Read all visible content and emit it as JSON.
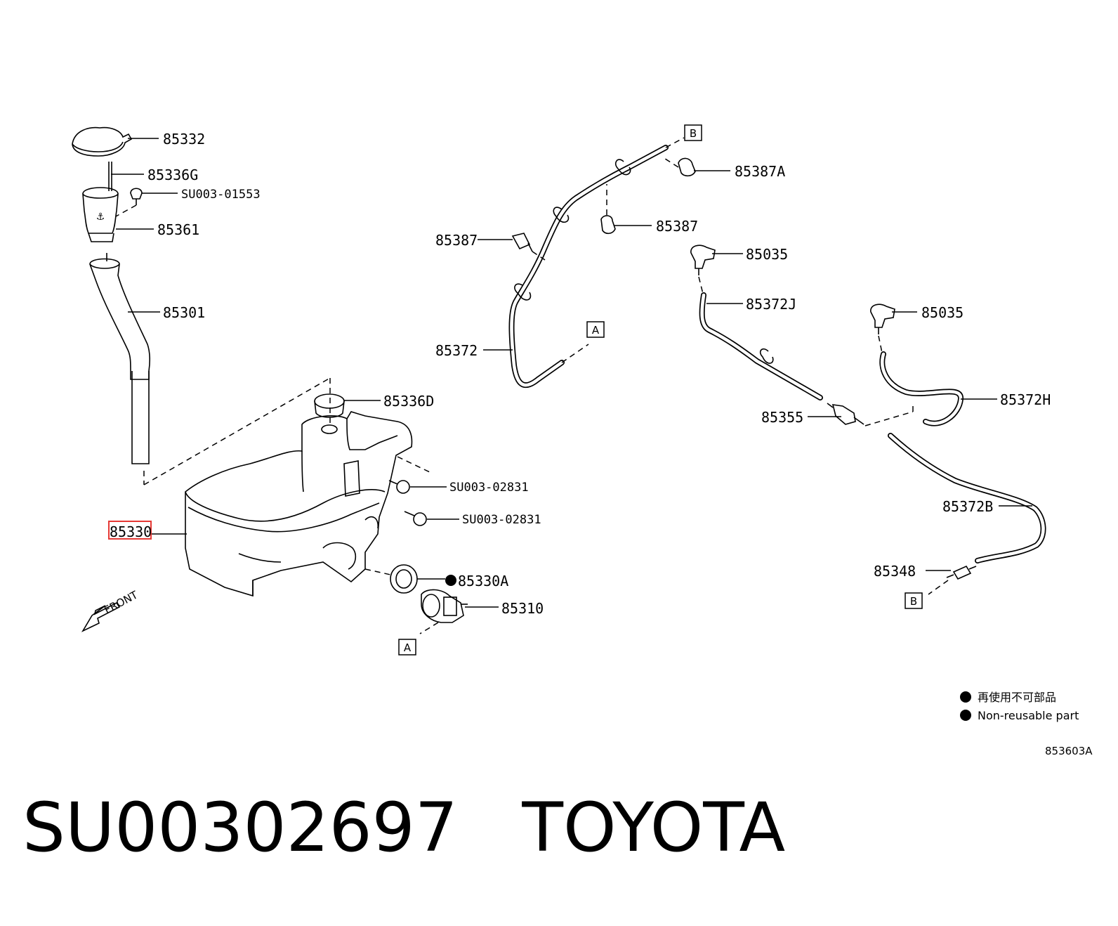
{
  "labels": {
    "p85332": "85332",
    "p85336G": "85336G",
    "pSU01553": "SU003-01553",
    "p85361": "85361",
    "p85301": "85301",
    "p85336D": "85336D",
    "pSU02831a": "SU003-02831",
    "pSU02831b": "SU003-02831",
    "p85330": "85330",
    "p85330A": "85330A",
    "p85310": "85310",
    "p85387A": "85387A",
    "p85387left": "85387",
    "p85387right": "85387",
    "p85372": "85372",
    "p85035a": "85035",
    "p85372J": "85372J",
    "p85035b": "85035",
    "p85355": "85355",
    "p85372H": "85372H",
    "p85372B": "85372B",
    "p85348": "85348"
  },
  "connectors": {
    "b_top": "B",
    "a_mid": "A",
    "a_bottom": "A",
    "b_bottom": "B"
  },
  "front_label": "FRONT",
  "legend": {
    "line1": "再使用不可部品",
    "line2": "Non-reusable part"
  },
  "reference_code": "853603A",
  "footer": {
    "part_number": "SU00302697",
    "brand": "TOYOTA"
  },
  "highlight_color": "#e53935"
}
